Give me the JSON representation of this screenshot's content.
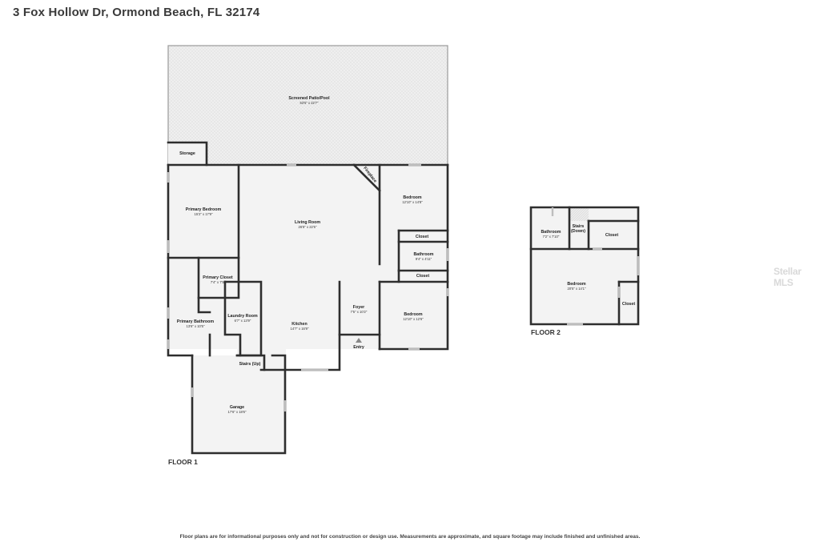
{
  "address": "3 Fox Hollow Dr, Ormond Beach, FL 32174",
  "floor1": {
    "label": "FLOOR 1",
    "rooms": {
      "patio": {
        "name": "Screened Patio/Pool",
        "dims": "53'5\" x 22'7\""
      },
      "storage": {
        "name": "Storage"
      },
      "primary_bedroom": {
        "name": "Primary Bedroom",
        "dims": "15'2\" x 17'9\""
      },
      "living_room": {
        "name": "Living Room",
        "dims": "26'8\" x 22'5\""
      },
      "fireplace": {
        "name": "Fireplace"
      },
      "bedroom_ne": {
        "name": "Bedroom",
        "dims": "12'10\" x 14'8\""
      },
      "closet_a": {
        "name": "Closet"
      },
      "bathroom": {
        "name": "Bathroom",
        "dims": "9'4\" x 4'11\""
      },
      "closet_b": {
        "name": "Closet"
      },
      "primary_closet": {
        "name": "Primary Closet",
        "dims": "7'4\" x 7'5\""
      },
      "primary_bathroom": {
        "name": "Primary Bathroom",
        "dims": "13'6\" x 10'5\""
      },
      "laundry": {
        "name": "Laundry Room",
        "dims": "6'7\" x 13'9\""
      },
      "kitchen": {
        "name": "Kitchen",
        "dims": "14'7\" x 16'9\""
      },
      "foyer": {
        "name": "Foyer",
        "dims": "7'5\" x 10'2\""
      },
      "bedroom_se": {
        "name": "Bedroom",
        "dims": "12'10\" x 12'6\""
      },
      "entry": {
        "name": "Entry"
      },
      "stairs_up": {
        "name": "Stairs (Up)"
      },
      "garage": {
        "name": "Garage",
        "dims": "17'6\" x 18'6\""
      }
    }
  },
  "floor2": {
    "label": "FLOOR 2",
    "rooms": {
      "bathroom": {
        "name": "Bathroom",
        "dims": "7'2\" x 7'10\""
      },
      "stairs_down_1": {
        "name": "Stairs"
      },
      "stairs_down_2": {
        "name": "(Down)"
      },
      "closet_top": {
        "name": "Closet"
      },
      "bedroom": {
        "name": "Bedroom",
        "dims": "20'5\" x 14'1\""
      },
      "closet_right": {
        "name": "Closet"
      }
    }
  },
  "watermark": "Stellar MLS",
  "disclaimer": "Floor plans are for informational purposes only and not for construction or design use. Measurements are approximate, and square footage may include finished and unfinished areas."
}
